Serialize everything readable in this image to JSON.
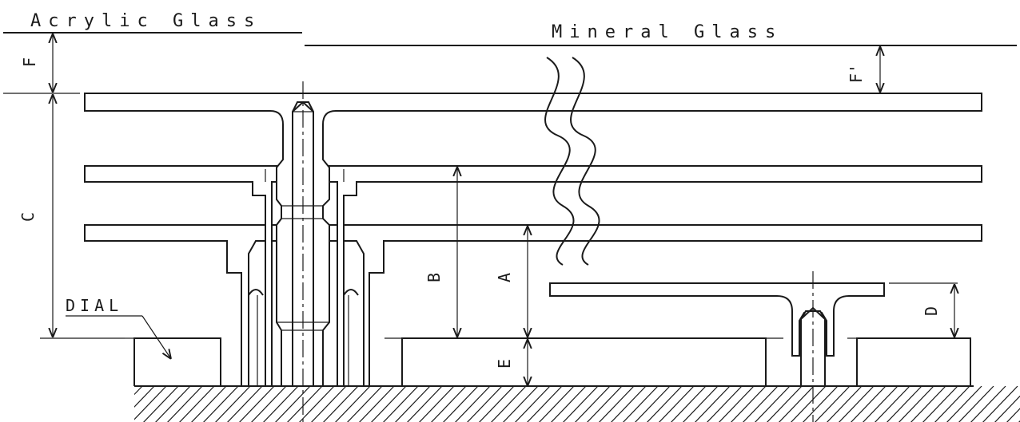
{
  "labels": {
    "acrylic_glass": "Acrylic Glass",
    "mineral_glass": "Mineral Glass",
    "dial": "DIAL",
    "dim_a": "A",
    "dim_b": "B",
    "dim_c": "C",
    "dim_d": "D",
    "dim_e": "E",
    "dim_f": "F",
    "dim_f_prime": "F'"
  }
}
